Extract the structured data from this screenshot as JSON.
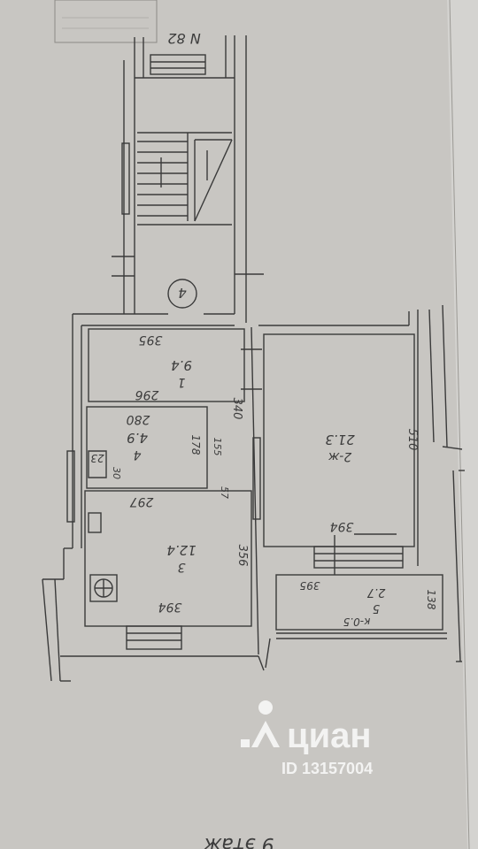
{
  "plan": {
    "header_label": "N 82",
    "stair_mark": "4",
    "rooms": [
      {
        "num": "1",
        "area": "9.4",
        "dims": [
          "395",
          "296",
          "340"
        ]
      },
      {
        "num": "4",
        "area": "4.9",
        "dims": [
          "280",
          "178",
          "155",
          "23",
          "30"
        ]
      },
      {
        "num": "3",
        "area": "12.4",
        "dims": [
          "297",
          "356",
          "394",
          "57"
        ]
      },
      {
        "num": "2-ж",
        "area": "21.3",
        "dims": [
          "510",
          "394"
        ]
      },
      {
        "num": "5",
        "area": "2.7",
        "label": "к-0.5",
        "dims": [
          "395",
          "138"
        ]
      }
    ],
    "bottom_caption": "9 этаж"
  },
  "watermark": {
    "brand": "циан",
    "id_text": "ID 13157004"
  },
  "colors": {
    "paper": "#c9c7c3",
    "ink": "#3a3a3a",
    "background": "#b9b7b2"
  }
}
